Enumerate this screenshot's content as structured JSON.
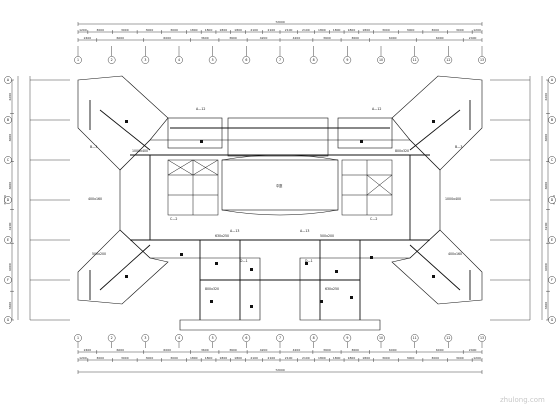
{
  "drawing": {
    "top_overall_dim": "72000",
    "bottom_overall_dim": "72000",
    "left_overall_dim": "30000",
    "right_overall_dim": "30000",
    "top_dims": [
      "2400",
      "6000",
      "6000",
      "3600",
      "3600",
      "4200",
      "4200",
      "3600",
      "3600",
      "6000",
      "6000",
      "2400"
    ],
    "top_dims_2": [
      "1200",
      "3000",
      "3000",
      "3000",
      "3000",
      "1800",
      "1800",
      "1800",
      "1800",
      "2100",
      "2100",
      "2100",
      "2100",
      "1800",
      "1800",
      "1800",
      "1800",
      "3000",
      "3000",
      "3000",
      "3000",
      "1200"
    ],
    "bottom_dims": [
      "2400",
      "6000",
      "6000",
      "3600",
      "3600",
      "4200",
      "4200",
      "3600",
      "3600",
      "6000",
      "6000",
      "2400"
    ],
    "bottom_dims_2": [
      "1200",
      "3000",
      "3000",
      "3000",
      "3000",
      "1800",
      "1800",
      "1800",
      "1800",
      "2100",
      "2100",
      "2100",
      "2100",
      "1800",
      "1800",
      "1800",
      "1800",
      "3000",
      "3000",
      "3000",
      "3000",
      "1200"
    ],
    "left_dims": [
      "4200",
      "6000",
      "6000",
      "4200",
      "6000",
      "3600"
    ],
    "right_dims": [
      "4200",
      "6000",
      "6000",
      "4200",
      "6000",
      "3600"
    ],
    "axis_top": [
      "1",
      "2",
      "3",
      "4",
      "5",
      "6",
      "7",
      "8",
      "9",
      "10",
      "11",
      "12",
      "13"
    ],
    "axis_bottom": [
      "1",
      "2",
      "3",
      "4",
      "5",
      "6",
      "7",
      "8",
      "9",
      "10",
      "11",
      "12",
      "13"
    ],
    "axis_left": [
      "A",
      "B",
      "C",
      "D",
      "E",
      "F",
      "G"
    ],
    "axis_right": [
      "A",
      "B",
      "C",
      "D",
      "E",
      "F",
      "G"
    ],
    "room_labels": {
      "atrium": "中庭",
      "duct_1": "1000x400",
      "duct_2": "800x320",
      "duct_3": "630x250",
      "duct_4": "500x200",
      "duct_5": "400x160",
      "duct_6": "1000x400",
      "duct_7": "800x320",
      "duct_8": "630x250",
      "duct_9": "500x200",
      "duct_10": "400x160",
      "sec_a": "A—12",
      "sec_b": "A—12",
      "sec_c": "B—3",
      "sec_d": "B—3",
      "sec_e": "A—13",
      "sec_f": "A—13",
      "sec_g": "D—1",
      "sec_h": "D—1",
      "sec_i": "C—2",
      "sec_j": "C—2"
    },
    "watermark": "zhulong.com"
  }
}
